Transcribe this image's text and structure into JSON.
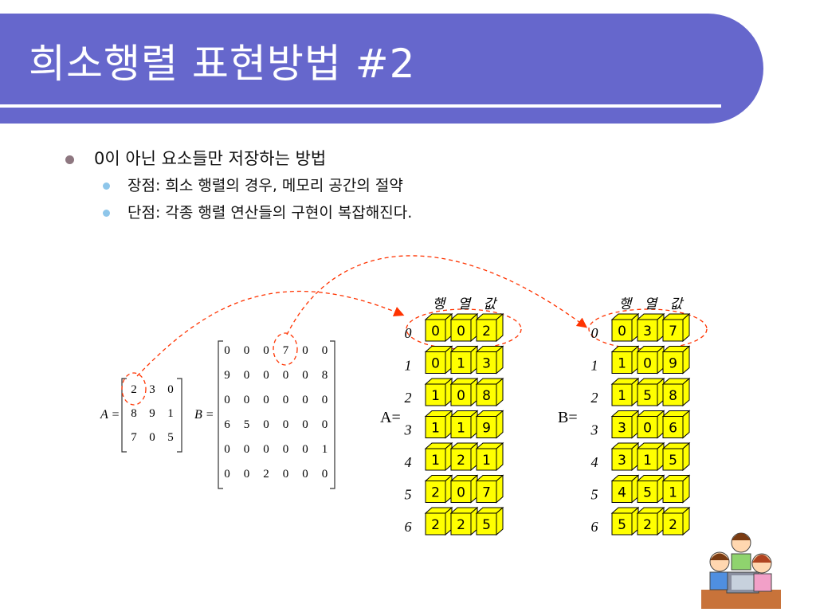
{
  "title": "희소행렬 표현방법 #2",
  "bullets": {
    "main": "0이 아닌 요소들만 저장하는 방법",
    "sub": [
      "장점: 희소 행렬의 경우, 메모리 공간의 절약",
      "단점: 각종 행렬 연산들의 구현이 복잡해진다."
    ]
  },
  "matrix_A": {
    "label": "A =",
    "rows": [
      [
        "2",
        "3",
        "0"
      ],
      [
        "8",
        "9",
        "1"
      ],
      [
        "7",
        "0",
        "5"
      ]
    ]
  },
  "matrix_B": {
    "label": "B =",
    "rows": [
      [
        "0",
        "0",
        "0",
        "7",
        "0",
        "0"
      ],
      [
        "9",
        "0",
        "0",
        "0",
        "0",
        "8"
      ],
      [
        "0",
        "0",
        "0",
        "0",
        "0",
        "0"
      ],
      [
        "6",
        "5",
        "0",
        "0",
        "0",
        "0"
      ],
      [
        "0",
        "0",
        "0",
        "0",
        "0",
        "1"
      ],
      [
        "0",
        "0",
        "2",
        "0",
        "0",
        "0"
      ]
    ]
  },
  "table_headers": [
    "행",
    "열",
    "값"
  ],
  "row_indices": [
    "0",
    "1",
    "2",
    "3",
    "4",
    "5",
    "6"
  ],
  "table_A": {
    "label": "A=",
    "rows": [
      [
        "0",
        "0",
        "2"
      ],
      [
        "0",
        "1",
        "3"
      ],
      [
        "1",
        "0",
        "8"
      ],
      [
        "1",
        "1",
        "9"
      ],
      [
        "1",
        "2",
        "1"
      ],
      [
        "2",
        "0",
        "7"
      ],
      [
        "2",
        "2",
        "5"
      ]
    ]
  },
  "table_B": {
    "label": "B=",
    "rows": [
      [
        "0",
        "3",
        "7"
      ],
      [
        "1",
        "0",
        "9"
      ],
      [
        "1",
        "5",
        "8"
      ],
      [
        "3",
        "0",
        "6"
      ],
      [
        "3",
        "1",
        "5"
      ],
      [
        "4",
        "5",
        "1"
      ],
      [
        "5",
        "2",
        "2"
      ]
    ]
  },
  "colors": {
    "band": "#6667cc",
    "cell": "#ffff00",
    "arrow": "#ff3300"
  },
  "clipart": "children-at-computer"
}
